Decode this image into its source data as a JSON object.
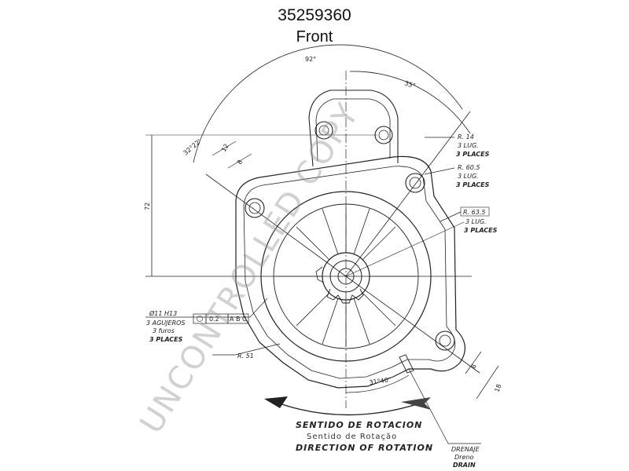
{
  "title": {
    "part_number": "35259360",
    "view": "Front"
  },
  "dimensions": {
    "angle_top": "92°",
    "angle_right": "35°",
    "angle_left": "32°22'",
    "d12": "12",
    "d8": "8",
    "d72": "72",
    "angle_bottom": "31°40'",
    "d8b": "8",
    "d18": "18"
  },
  "radius_labels": {
    "r14": {
      "value": "R. 14",
      "es": "3 LUG.",
      "en": "3 PLACES"
    },
    "r605": {
      "value": "R. 60.5",
      "es": "3 LUG.",
      "en": "3 PLACES"
    },
    "r635": {
      "value": "R. 63.5",
      "es": "3 LUG.",
      "en": "3 PLACES"
    },
    "r51": "R. 51"
  },
  "holes": {
    "spec": "Ø11 H13",
    "es": "3 AGUJEROS",
    "pt": "3 furos",
    "en": "3 PLACES",
    "tol_a": "0.2",
    "tol_b": "A B C"
  },
  "rotation": {
    "es": "SENTIDO DE ROTACION",
    "pt": "Sentido de Rotação",
    "en": "DIRECTION OF ROTATION"
  },
  "drain": {
    "es": "DRENAJE",
    "pt": "Dreno",
    "en": "DRAIN"
  },
  "watermark": "UNCONTROLLED COPY"
}
